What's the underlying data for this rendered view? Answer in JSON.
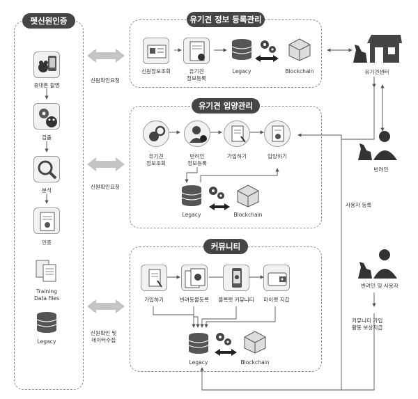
{
  "left_panel": {
    "title": "펫신원인증",
    "items": [
      {
        "icon": "phone-photo-icon",
        "label": "휴대폰 촬영"
      },
      {
        "icon": "detect-gears-icon",
        "label": "검출"
      },
      {
        "icon": "magnifier-icon",
        "label": "분석"
      },
      {
        "icon": "certificate-icon",
        "label": "인증"
      },
      {
        "icon": "training-files-icon",
        "label": "Training\nData files"
      },
      {
        "icon": "database-icon",
        "label": "Legacy"
      }
    ]
  },
  "sections": [
    {
      "title": "유기견 정보 등록관리",
      "items": [
        "신원정보조회",
        "유기견\n정보등록",
        "Legacy",
        "Blockchain"
      ],
      "side_label": "신원확인요청"
    },
    {
      "title": "유기견 입양관리",
      "items": [
        "유기견\n정보조회",
        "반려인\n정보등록",
        "가입하기",
        "입양하기"
      ],
      "bottom_items": [
        "Legacy",
        "Blockchain"
      ],
      "side_label": "신원확인요청"
    },
    {
      "title": "커뮤니티",
      "items": [
        "가입하기",
        "반려동물등록",
        "블록펫 커뮤니티",
        "마이펫 지갑"
      ],
      "bottom_items": [
        "Legacy",
        "Blockchain"
      ],
      "side_label": "신원확인 및\n데이터수집"
    }
  ],
  "right": {
    "center": "유기견센터",
    "owner": "반려인",
    "owner_user": "반려인 및 사용자",
    "user_register": "사용자 등록",
    "community_reward": "커뮤니티 가입\n활동 보상지급"
  },
  "colors": {
    "pill": "#454545",
    "icon_fill": "#555555",
    "box_bg": "#f1f1f1",
    "arrow": "#bbbbbb",
    "dash": "#888888"
  }
}
